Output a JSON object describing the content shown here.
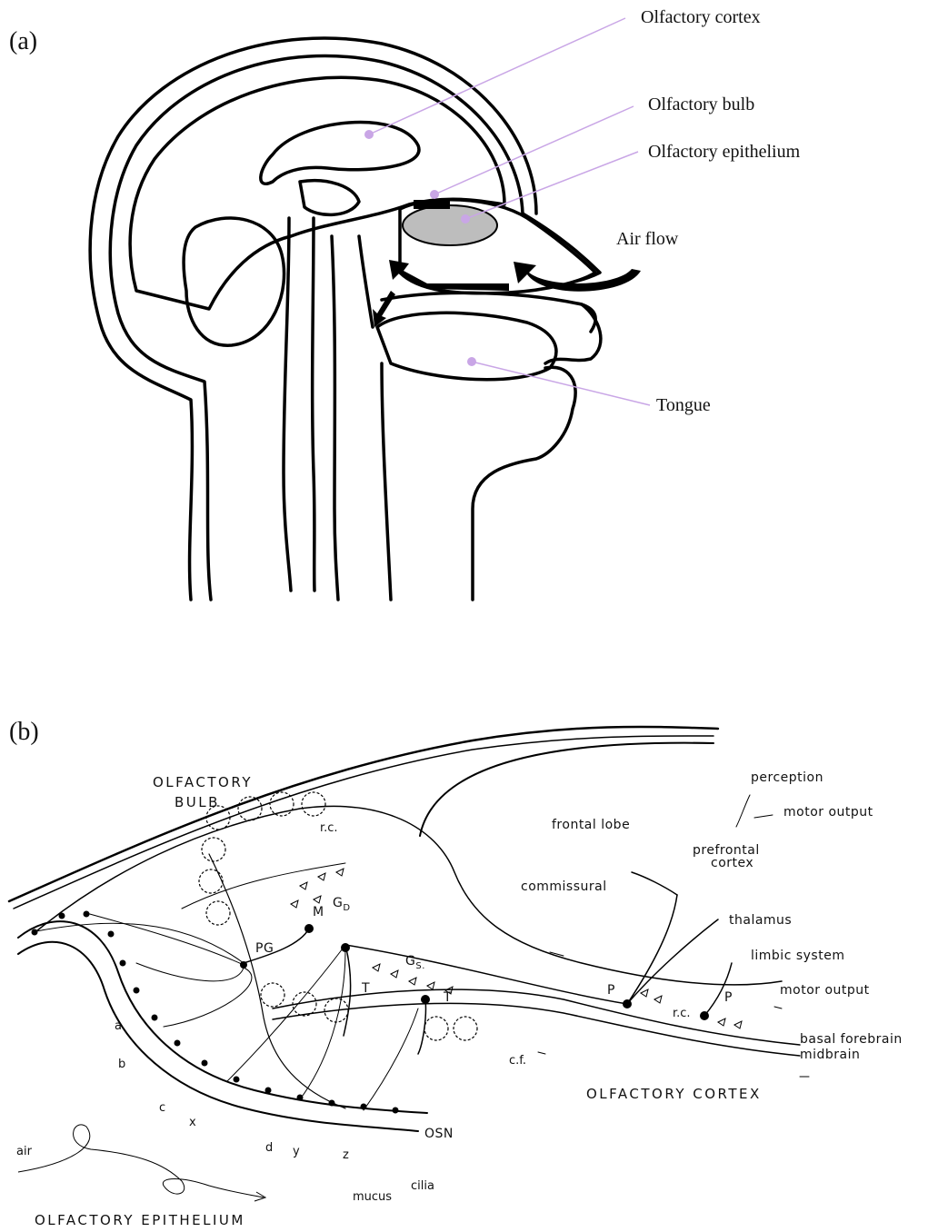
{
  "panel_a": {
    "tag": "(a)",
    "labels": {
      "olfactory_cortex": "Olfactory cortex",
      "olfactory_bulb": "Olfactory bulb",
      "olfactory_epithelium": "Olfactory epithelium",
      "air_flow": "Air flow",
      "tongue": "Tongue"
    },
    "leader_color": "#c9a6e6"
  },
  "panel_b": {
    "tag": "(b)",
    "labels": {
      "olfactory_bulb_line1": "OLFACTORY",
      "olfactory_bulb_line2": "BULB",
      "perception": "perception",
      "motor_output_top": "motor output",
      "frontal_lobe": "frontal lobe",
      "prefrontal_line1": "prefrontal",
      "prefrontal_line2": "cortex",
      "commissural": "commissural",
      "thalamus": "thalamus",
      "limbic_system": "limbic system",
      "motor_output_mid": "motor output",
      "basal_forebrain": "basal forebrain",
      "midbrain": "midbrain",
      "olfactory_cortex": "OLFACTORY CORTEX",
      "olfactory_epithelium": "OLFACTORY EPITHELIUM",
      "rc_top": "r.c.",
      "rc_bottom": "r.c.",
      "cf": "c.f.",
      "pg": "PG",
      "m": "M",
      "gd": "G",
      "gd_sub": "D",
      "gs": "G",
      "gs_sub": "S.",
      "t1": "T",
      "t2": "T",
      "p1": "P",
      "p2": "P",
      "osn": "OSN",
      "air": "air",
      "mucus": "mucus",
      "cilia": "cilia",
      "a": "a",
      "b": "b",
      "c": "c",
      "d": "d",
      "x": "x",
      "y": "y",
      "z": "z"
    }
  }
}
